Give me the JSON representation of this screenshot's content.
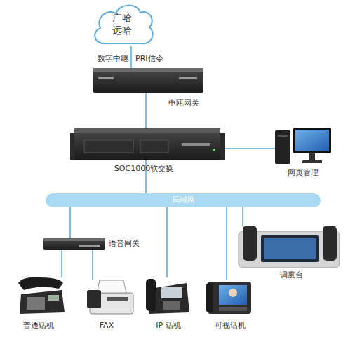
{
  "diagram": {
    "nodes": [
      {
        "text": [
          "广哈 远哈"
        ]
      },
      {
        "text": [
          "申瓯网关"
        ]
      },
      {
        "text": [
          "SOC1000软交换"
        ]
      },
      {
        "text": [
          "网页管理"
        ]
      },
      {
        "text": [
          "局域网"
        ]
      },
      {
        "text": [
          "语音网关"
        ]
      },
      {
        "text": [
          "调度台"
        ]
      },
      {
        "text": [
          "普通话机"
        ]
      },
      {
        "text": [
          "FAX"
        ]
      },
      {
        "text": [
          "IP 话机"
        ]
      },
      {
        "text": [
          "可视话机"
        ]
      }
    ],
    "edges": [
      {
        "from": 0,
        "to": 1,
        "label": "数字中继",
        "arrow": "none"
      },
      {
        "from": 1,
        "to": 2,
        "arrow": "none"
      },
      {
        "from": 2,
        "to": 3,
        "arrow": "none"
      },
      {
        "from": 2,
        "to": 4,
        "arrow": "none"
      },
      {
        "from": 4,
        "to": 5,
        "arrow": "none"
      },
      {
        "from": 4,
        "to": 9,
        "arrow": "none"
      },
      {
        "from": 4,
        "to": 10,
        "arrow": "none"
      },
      {
        "from": 4,
        "to": 6,
        "arrow": "none"
      },
      {
        "from": 5,
        "to": 7,
        "arrow": "none"
      },
      {
        "from": 5,
        "to": 8,
        "arrow": "none"
      }
    ],
    "labels": [
      "PRI信令"
    ]
  }
}
